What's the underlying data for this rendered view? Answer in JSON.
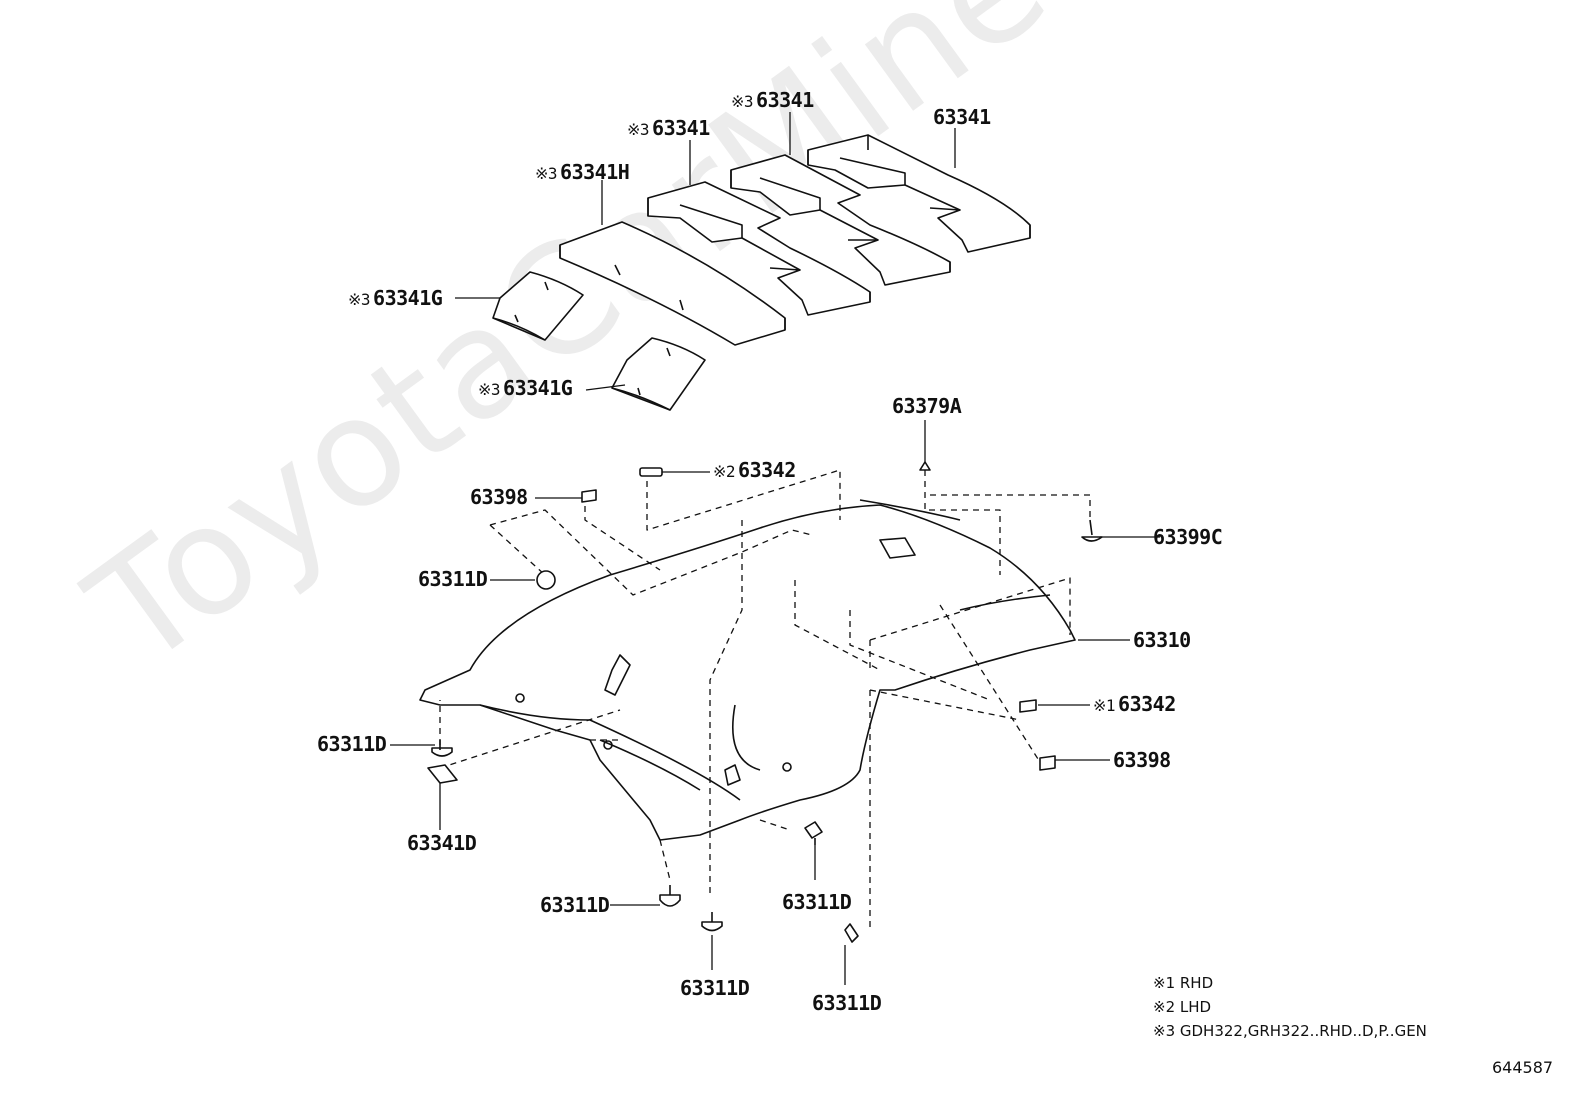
{
  "watermark": "ToyotaCarMine.ru",
  "labels": {
    "p63341_right": {
      "mark": "",
      "code": "63341"
    },
    "p63341_mid": {
      "mark": "※3",
      "code": "63341"
    },
    "p63341_left": {
      "mark": "※3",
      "code": "63341"
    },
    "p63341H": {
      "mark": "※3",
      "code": "63341H"
    },
    "p63341G_upper": {
      "mark": "※3",
      "code": "63341G"
    },
    "p63341G_lower": {
      "mark": "※3",
      "code": "63341G"
    },
    "p63379A": {
      "mark": "",
      "code": "63379A"
    },
    "p63342_top": {
      "mark": "※2",
      "code": "63342"
    },
    "p63398_left": {
      "mark": "",
      "code": "63398"
    },
    "p63399C": {
      "mark": "",
      "code": "63399C"
    },
    "p63311D_upper_left": {
      "mark": "",
      "code": "63311D"
    },
    "p63310": {
      "mark": "",
      "code": "63310"
    },
    "p63342_right": {
      "mark": "※1",
      "code": "63342"
    },
    "p63311D_left": {
      "mark": "",
      "code": "63311D"
    },
    "p63398_right": {
      "mark": "",
      "code": "63398"
    },
    "p63341D": {
      "mark": "",
      "code": "63341D"
    },
    "p63311D_center": {
      "mark": "",
      "code": "63311D"
    },
    "p63311D_bottom_left": {
      "mark": "",
      "code": "63311D"
    },
    "p63311D_bottom_mid": {
      "mark": "",
      "code": "63311D"
    },
    "p63311D_bottom_right": {
      "mark": "",
      "code": "63311D"
    }
  },
  "notes": [
    "※1 RHD",
    "※2 LHD",
    "※3 GDH322,GRH322..RHD..D,P..GEN"
  ],
  "ref_number": "644587"
}
